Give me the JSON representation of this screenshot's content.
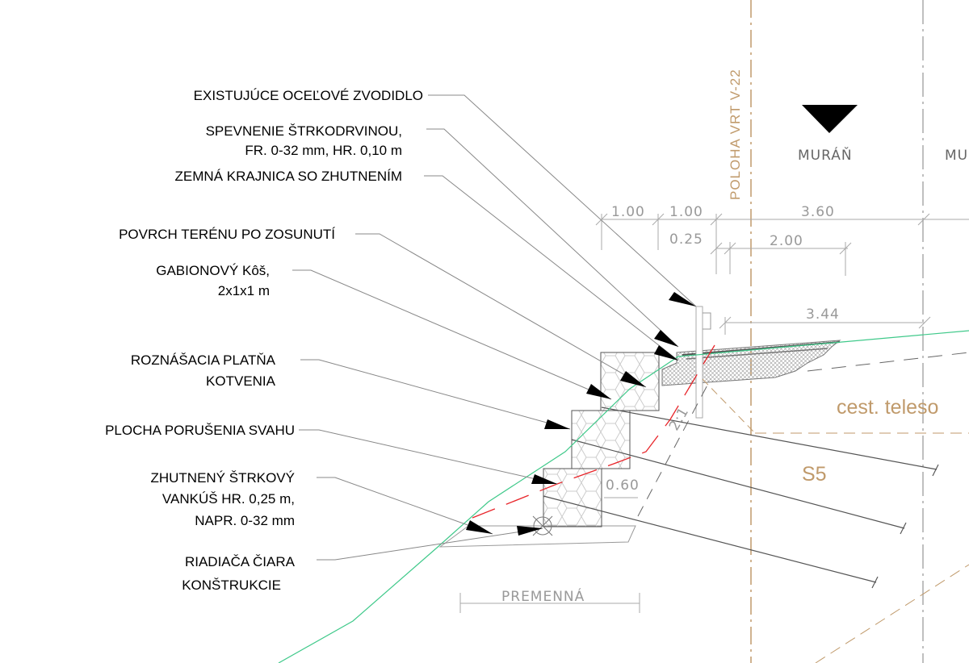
{
  "labels": {
    "guardrail": "EXISTUJÚCE OCEĽOVÉ ZVODIDLO",
    "gravel_1": "SPEVNENIE ŠTRKODRVINOU,",
    "gravel_2": "FR. 0-32 mm, HR. 0,10 m",
    "shoulder": "ZEMNÁ KRAJNICA SO ZHUTNENÍM",
    "terrain": "POVRCH TERÉNU PO ZOSUNUTÍ",
    "gabion_1": "GABIONOVÝ Kôš,",
    "gabion_2": "2x1x1 m",
    "plate_1": "ROZNÁŠACIA PLATŇA",
    "plate_2": "KOTVENIA",
    "failure": "PLOCHA PORUŠENIA SVAHU",
    "cushion_1": "ZHUTNENÝ ŠTRKOVÝ",
    "cushion_2": "VANKÚŠ HR. 0,25 m,",
    "cushion_3": "NAPR. 0-32 mm",
    "control_1": "RIADIAČA ČIARA",
    "control_2": "KONŠTRUKCIE"
  },
  "dimensions": {
    "d1": "1.00",
    "d2": "1.00",
    "d3": "3.60",
    "d4": "0.25",
    "d5": "2.00",
    "d6": "3.44",
    "d7": "0.60",
    "slope": "2:1",
    "variable": "PREMENNÁ"
  },
  "annotations": {
    "borehole": "POLOHA VRT V-22",
    "water": "MURÁŇ",
    "water_cut": "MU",
    "road_body": "cest. teleso",
    "soil": "S5"
  },
  "colors": {
    "terrain": "#3fc98a",
    "failure": "#e8252a",
    "tan": "#c09a6b"
  }
}
